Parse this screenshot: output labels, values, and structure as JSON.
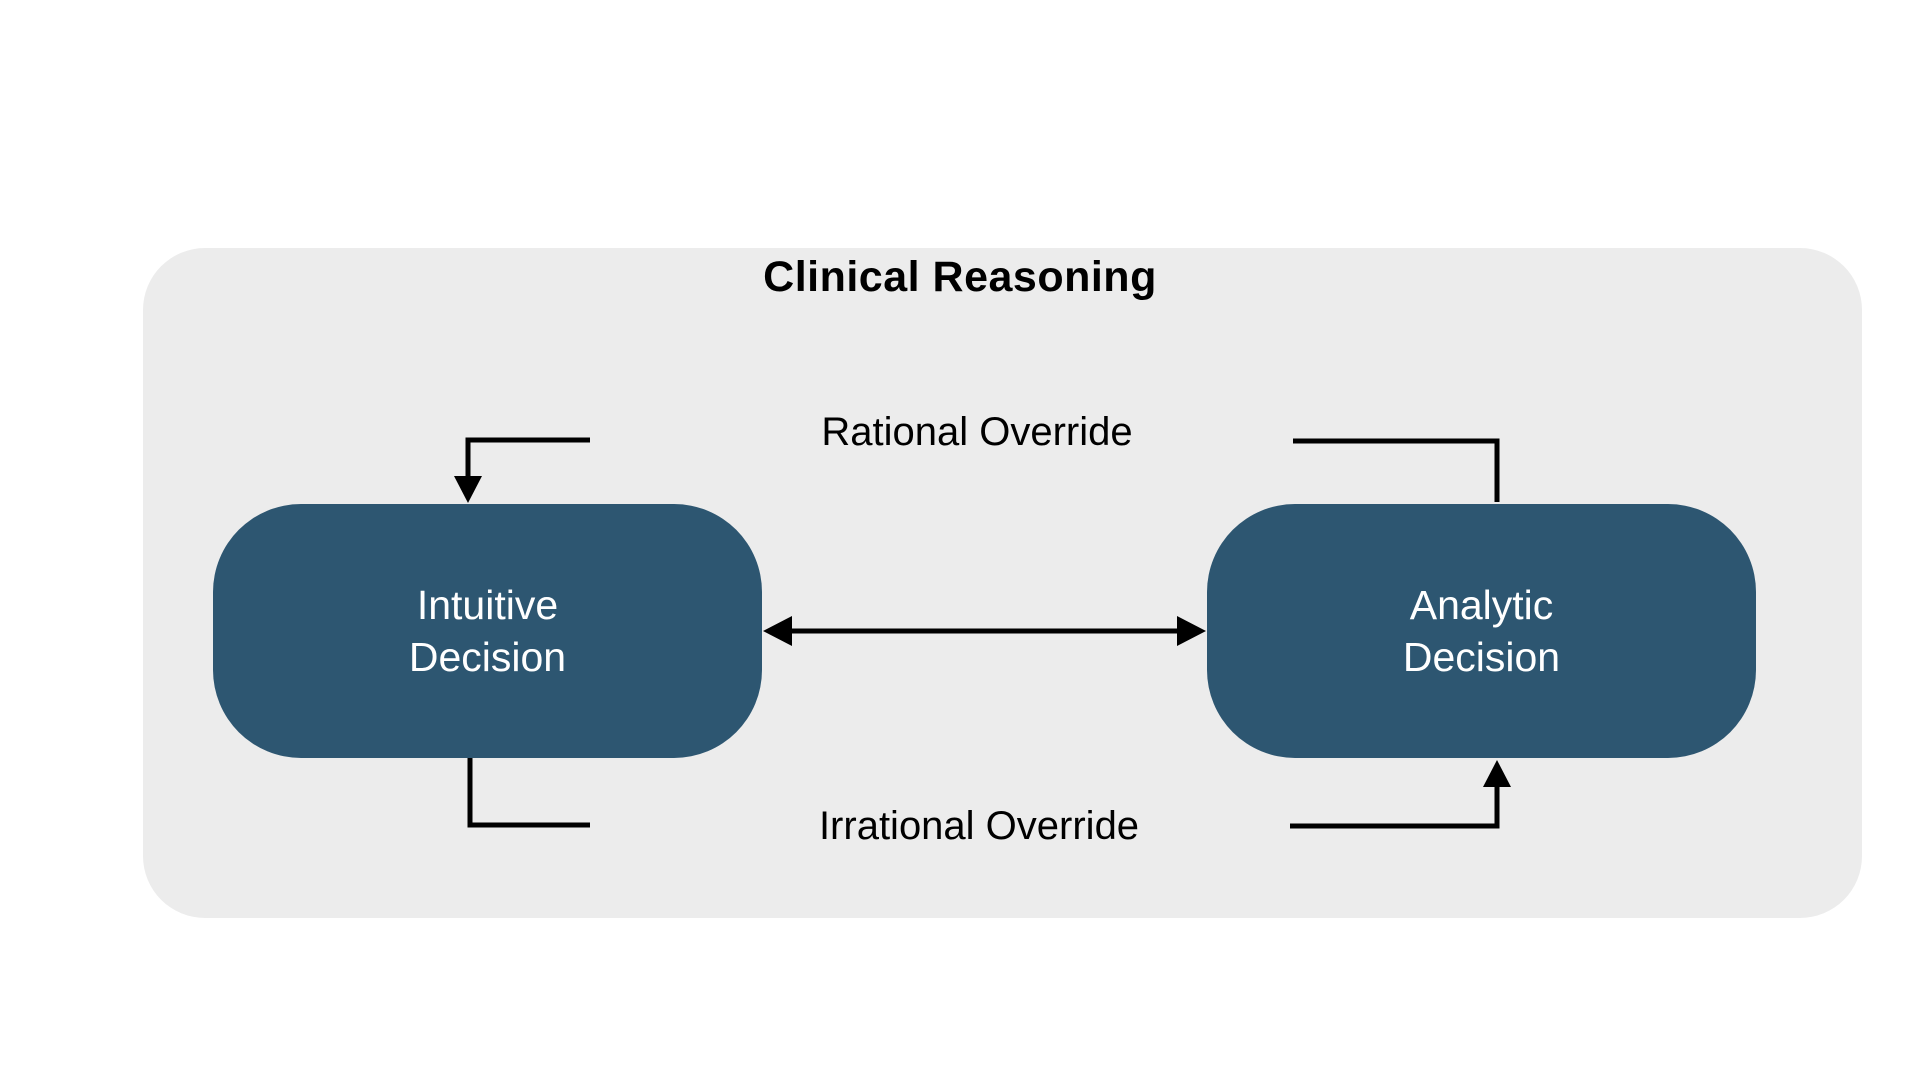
{
  "diagram": {
    "title": "Clinical Reasoning",
    "nodes": [
      {
        "id": "intuitive-decision",
        "lines": [
          "Intuitive",
          "Decision"
        ]
      },
      {
        "id": "analytic-decision",
        "lines": [
          "Analytic",
          "Decision"
        ]
      }
    ],
    "edge_labels": {
      "rational": "Rational Override",
      "irrational": "Irrational Override"
    },
    "colors": {
      "panel_bg": "#ececec",
      "node_fill": "#2d5671",
      "text_on_node": "#ffffff",
      "arrow": "#000000",
      "title_color": "#000000"
    }
  }
}
